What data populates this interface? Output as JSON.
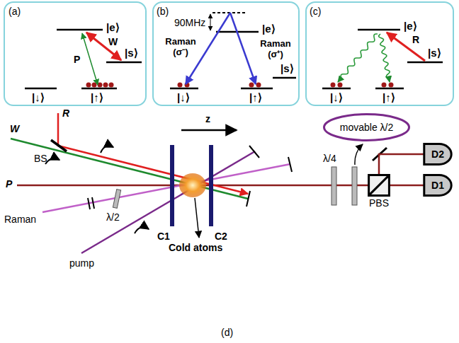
{
  "diagram": {
    "nodes": [
      {
        "text": [
          "(a)",
          "|e⟩",
          "W",
          "|s⟩",
          "P",
          "|↓⟩",
          "|↑⟩"
        ]
      },
      {
        "text": [
          "(b)",
          "90MHz",
          "|e⟩",
          "Raman (σ⁻)",
          "Raman (σ⁺)",
          "|s⟩",
          "|↓⟩",
          "|↑⟩"
        ]
      },
      {
        "text": [
          "(c)",
          "|e⟩",
          "R",
          "|s⟩",
          "|↓⟩",
          "|↑⟩"
        ]
      },
      {
        "text": [
          "movable λ/2"
        ]
      },
      {
        "text": [
          "D2"
        ]
      },
      {
        "text": [
          "D1"
        ]
      },
      {
        "text": [
          "PBS"
        ]
      }
    ],
    "edges": [
      {
        "from": 6,
        "to": 5,
        "arrow": "none"
      },
      {
        "from": 6,
        "to": 4,
        "arrow": "none"
      }
    ],
    "labels": [
      "W",
      "R",
      "BS",
      "P",
      "z",
      "C1",
      "C2",
      "Cold atoms",
      "Raman",
      "λ/2",
      "pump",
      "λ/4",
      "(d)"
    ]
  }
}
